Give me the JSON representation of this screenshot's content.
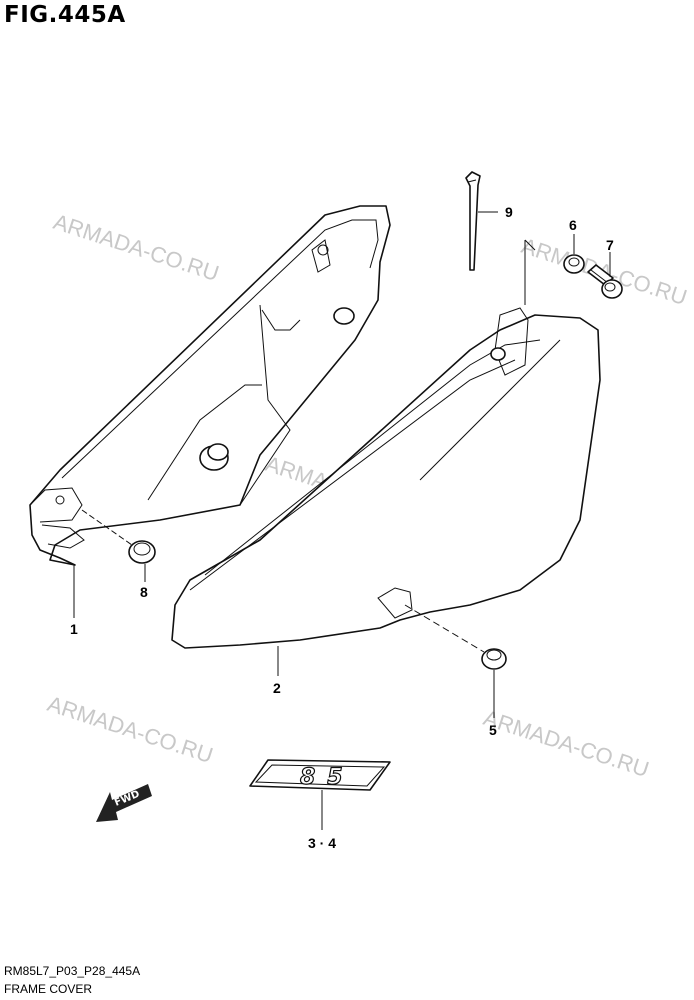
{
  "figure_title": "FIG.445A",
  "watermark": "ARMADA-CO.RU",
  "fwd_label": "FWD",
  "decal_text": "85",
  "callouts": {
    "c1": "1",
    "c2": "2",
    "c34": "3 · 4",
    "c5": "5",
    "c6": "6",
    "c7": "7",
    "c8": "8",
    "c9": "9"
  },
  "footer": {
    "code": "RM85L7_P03_P28_445A",
    "name": "FRAME COVER"
  }
}
